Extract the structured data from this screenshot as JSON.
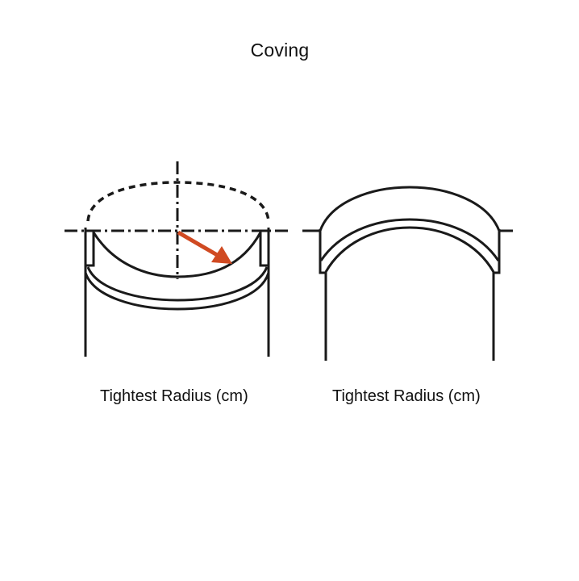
{
  "title": "Coving",
  "figures": [
    {
      "id": "internal-coving",
      "caption": "Tightest Radius (cm)",
      "description": "Concave (inside) curved coving with dash-dot centerlines, dotted projected radius circle, and orange radius arrow"
    },
    {
      "id": "external-coving",
      "caption": "Tightest Radius (cm)",
      "description": "Convex (outside) curved coving arch profile"
    }
  ],
  "colors": {
    "line": "#1a1a1a",
    "radius_arrow": "#D04A22",
    "background": "#ffffff"
  }
}
